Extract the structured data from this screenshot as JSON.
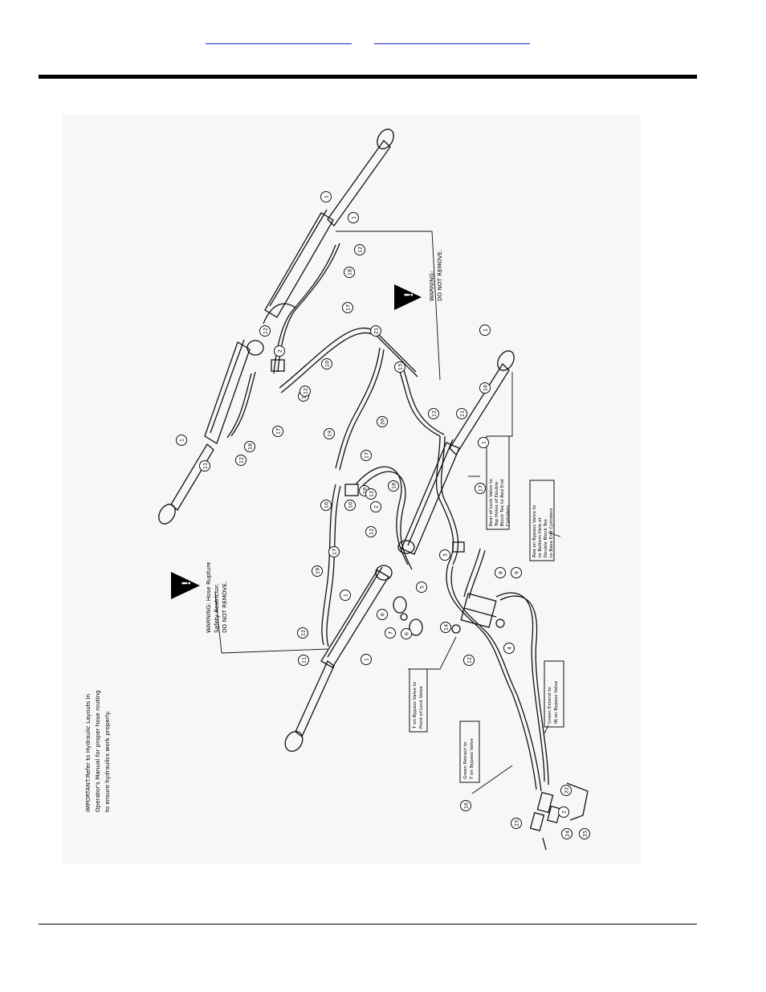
{
  "header": {
    "links": [
      "",
      ""
    ]
  },
  "diagram": {
    "important_note": [
      "IMPORTANT:Refer to Hydraulic Layouts in",
      "Operator's Manual for proper hose routing",
      "to ensure hydraulics work properly."
    ],
    "warning_left": [
      "WARNING: Hose Rupture",
      "Safety Restrictor.",
      "DO NOT REMOVE."
    ],
    "warning_right": [
      "WARNING:",
      "DO NOT REMOVE."
    ],
    "note_rear_lock": [
      "Rear of Lock Valve to",
      "Top Holes of Double",
      "Block Tee to Rod End",
      "Cylinders"
    ],
    "note_req_bypass": [
      "Req on Bypass Valve to",
      "to Bottom Hole of",
      "Double Block Tee",
      "to Base End Cylinders"
    ],
    "note_t_bypass": [
      "T on Bypass Valve to",
      "Front of Lock Valve"
    ],
    "note_green_retract": [
      "Green Retract to",
      "T on Bypass Valve"
    ],
    "note_green_extend": [
      "Green Extend to",
      "IN on Bypass Valve"
    ],
    "callouts": [
      "1",
      "1",
      "1",
      "1",
      "1",
      "1",
      "1",
      "2",
      "2",
      "2",
      "3",
      "4",
      "5",
      "6",
      "6",
      "7",
      "8",
      "9",
      "10",
      "10",
      "10",
      "10",
      "11",
      "11",
      "11",
      "12",
      "12",
      "12",
      "12",
      "12",
      "12",
      "12",
      "12",
      "12",
      "12",
      "13",
      "14",
      "16",
      "16",
      "17",
      "17",
      "17",
      "17",
      "17",
      "18",
      "18",
      "18",
      "19",
      "19",
      "20",
      "21",
      "22",
      "23",
      "24",
      "25"
    ]
  }
}
